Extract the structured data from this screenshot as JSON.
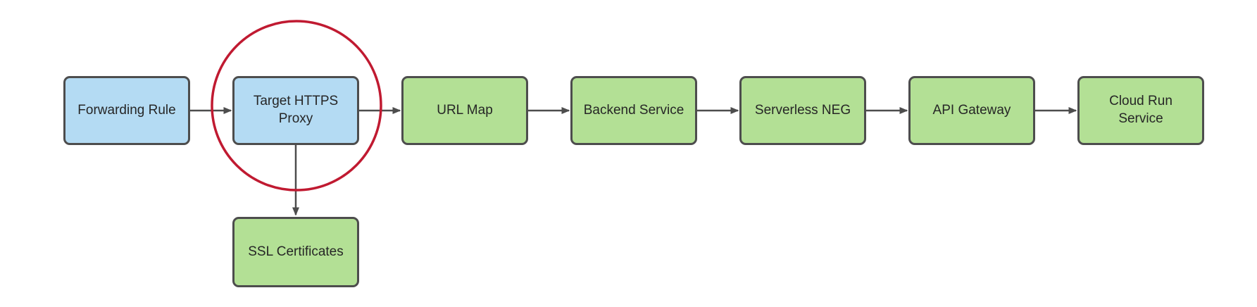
{
  "diagram": {
    "nodes": [
      {
        "id": "forwarding-rule",
        "label": "Forwarding Rule",
        "fill": "blue"
      },
      {
        "id": "target-https-proxy",
        "label": "Target HTTPS\nProxy",
        "fill": "blue"
      },
      {
        "id": "url-map",
        "label": "URL Map",
        "fill": "green"
      },
      {
        "id": "backend-service",
        "label": "Backend Service",
        "fill": "green"
      },
      {
        "id": "serverless-neg",
        "label": "Serverless NEG",
        "fill": "green"
      },
      {
        "id": "api-gateway",
        "label": "API Gateway",
        "fill": "green"
      },
      {
        "id": "cloud-run-service",
        "label": "Cloud Run\nService",
        "fill": "green"
      },
      {
        "id": "ssl-certificates",
        "label": "SSL Certificates",
        "fill": "green"
      }
    ],
    "edges": [
      {
        "from": "forwarding-rule",
        "to": "target-https-proxy"
      },
      {
        "from": "target-https-proxy",
        "to": "url-map"
      },
      {
        "from": "url-map",
        "to": "backend-service"
      },
      {
        "from": "backend-service",
        "to": "serverless-neg"
      },
      {
        "from": "serverless-neg",
        "to": "api-gateway"
      },
      {
        "from": "api-gateway",
        "to": "cloud-run-service"
      },
      {
        "from": "target-https-proxy",
        "to": "ssl-certificates"
      }
    ],
    "annotation": {
      "shape": "circle",
      "around": "target-https-proxy",
      "color": "#c01a31"
    },
    "colors": {
      "fill_blue": "#b4dbf3",
      "fill_green": "#b3e095",
      "stroke": "#4d4d4d",
      "text": "#262626",
      "highlight": "#c01a31",
      "background": "#ffffff"
    }
  }
}
